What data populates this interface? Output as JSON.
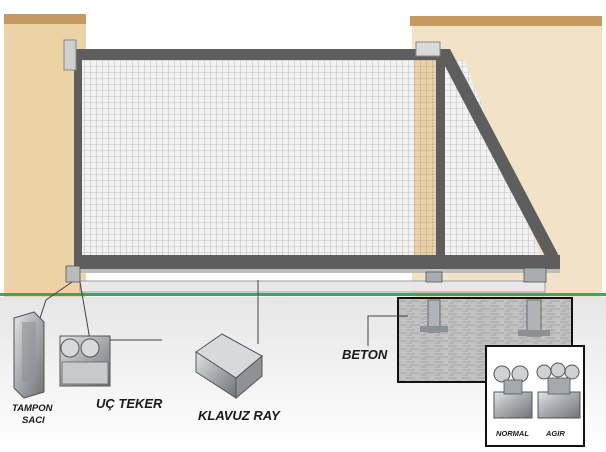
{
  "labels": {
    "tampon_line1": "TAMPON",
    "tampon_line2": "SACI",
    "uc_teker": "UÇ TEKER",
    "klavuz_ray": "KLAVUZ RAY",
    "beton": "BETON",
    "normal": "NORMAL",
    "agir": "AGIR"
  },
  "colors": {
    "wall": "#ecd3a6",
    "wall_cap": "#c49a62",
    "frame": "#5e5e5e",
    "mesh_bg": "#f1f1f1",
    "ground_line": "#3aa75c",
    "concrete": "#b9b9b9",
    "steel": "#a9acb0"
  }
}
